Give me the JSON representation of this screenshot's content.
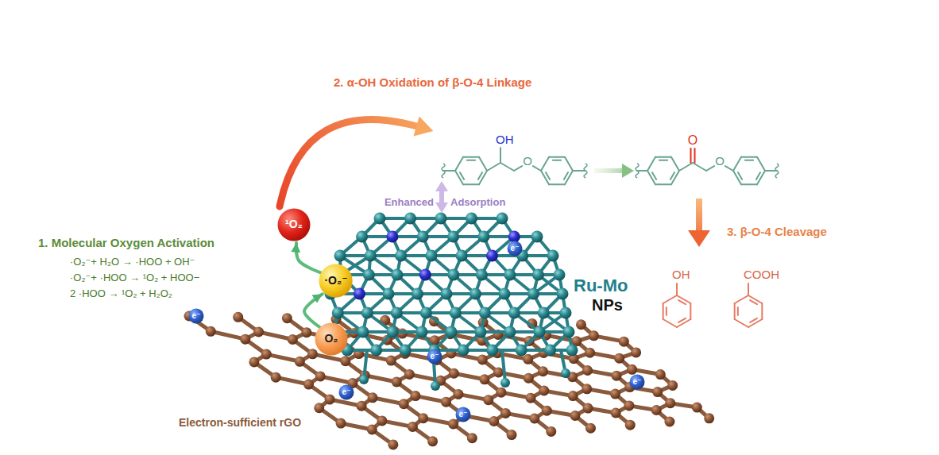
{
  "diagram": {
    "nodes": [
      {
        "text": [
          "¹O₂"
        ]
      },
      {
        "text": [
          "·O₂⁻"
        ]
      },
      {
        "text": [
          "O₂"
        ]
      }
    ],
    "edges": [
      {
        "from": 2,
        "to": 1,
        "arrow": "to"
      },
      {
        "from": 1,
        "to": 0,
        "arrow": "to"
      }
    ],
    "labels": [
      "2. α-OH Oxidation of β-O-4 Linkage",
      "OH",
      "O",
      "Enhanced",
      "Adsorption",
      "O",
      "O",
      "1. Molecular Oxygen Activation",
      "·O₂⁻+ H₂O → ·HOO + OH⁻",
      "·O₂⁻+ ·HOO → ¹O₂ + HOO−",
      "2 ·HOO → ¹O₂ + H₂O₂",
      "3. β-O-4 Cleavage",
      "e⁻",
      "Ru-Mo",
      "OH",
      "COOH",
      "NPs",
      "e⁻",
      "e⁻",
      "e⁻",
      "e⁻",
      "Electron-sufficient rGO",
      "e⁻"
    ]
  }
}
